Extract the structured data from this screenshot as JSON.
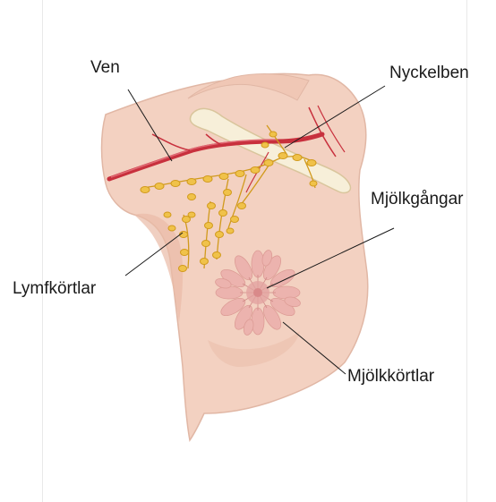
{
  "diagram": {
    "labels": {
      "ven": "Ven",
      "nyckelben": "Nyckelben",
      "mjolkgangar": "Mjölkgångar",
      "lymfkortlar": "Lymfkörtlar",
      "mjolkkortlar": "Mjölkkörtlar"
    },
    "colors": {
      "skin": "#f3d1c1",
      "skin_shadow": "#e9bba7",
      "vein": "#c8303d",
      "vein_light": "#e06a74",
      "bone": "#f7efd9",
      "bone_outline": "#d9c59c",
      "lymph_node": "#f0c24a",
      "lymph_node_outline": "#d19a1c",
      "gland": "#ecb2ad",
      "gland_center": "#d98a8a",
      "leader_line": "#1a1a1a"
    }
  }
}
